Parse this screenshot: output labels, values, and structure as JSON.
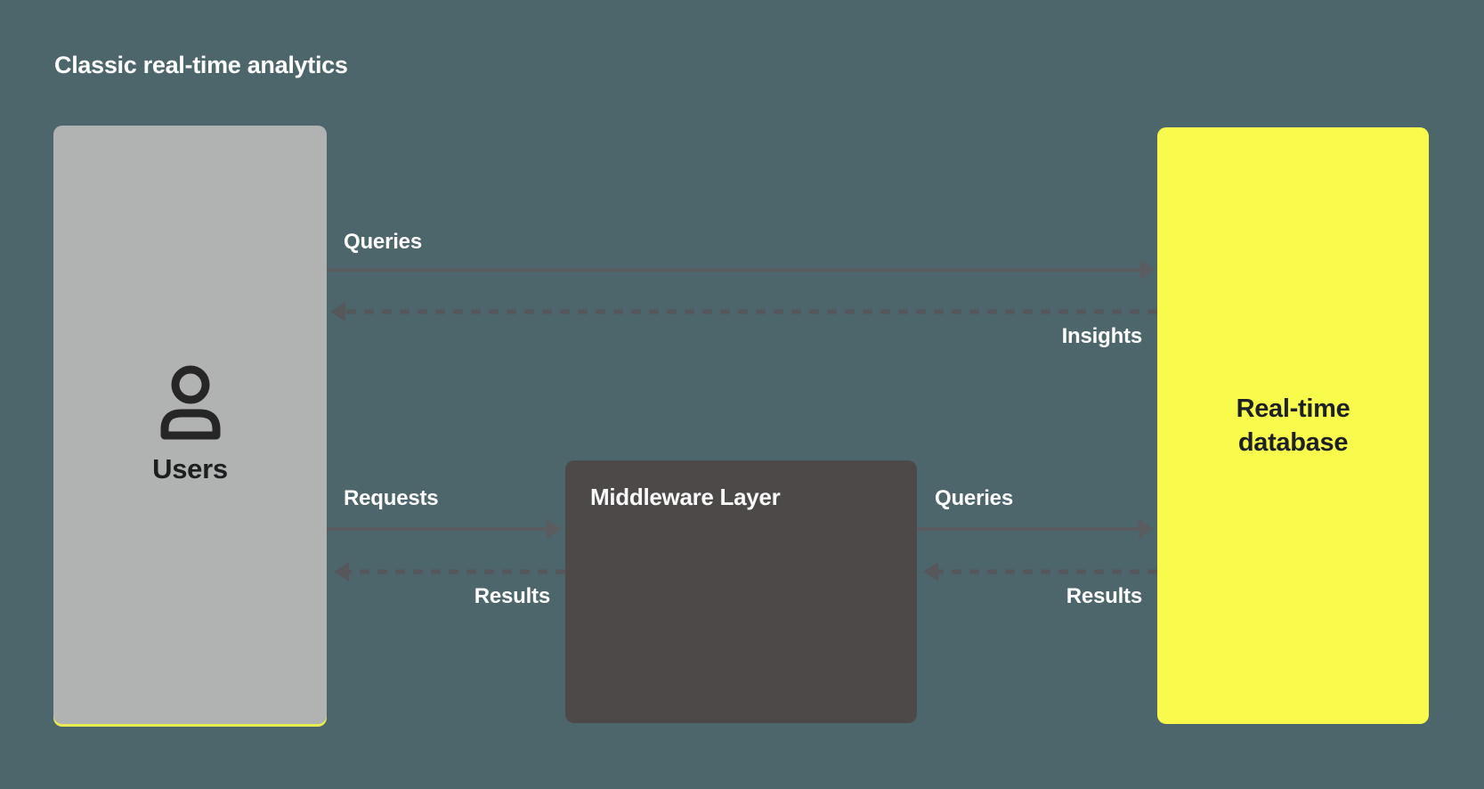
{
  "title": "Classic real-time analytics",
  "nodes": {
    "users": {
      "label": "Users",
      "icon": "user-icon",
      "color": "#b1b2b2",
      "accent_edge": "#e9ed52"
    },
    "middleware": {
      "label": "Middleware Layer",
      "color": "#4c4948"
    },
    "database": {
      "label": "Real-time database",
      "color": "#f8fb4b"
    }
  },
  "arrows": [
    {
      "id": "queries-top",
      "label": "Queries",
      "style": "solid",
      "direction": "right",
      "from": "users",
      "to": "database"
    },
    {
      "id": "insights",
      "label": "Insights",
      "style": "dashed",
      "direction": "left",
      "from": "database",
      "to": "users"
    },
    {
      "id": "requests",
      "label": "Requests",
      "style": "solid",
      "direction": "right",
      "from": "users",
      "to": "middleware"
    },
    {
      "id": "results-left",
      "label": "Results",
      "style": "dashed",
      "direction": "left",
      "from": "middleware",
      "to": "users"
    },
    {
      "id": "queries-right",
      "label": "Queries",
      "style": "solid",
      "direction": "right",
      "from": "middleware",
      "to": "database"
    },
    {
      "id": "results-right",
      "label": "Results",
      "style": "dashed",
      "direction": "left",
      "from": "database",
      "to": "middleware"
    }
  ],
  "colors": {
    "background": "#4c666c",
    "arrow_solid": "#5a5c60",
    "arrow_dashed": "#55575b",
    "title_text": "#ffffff",
    "dark_text": "#1d2025"
  }
}
